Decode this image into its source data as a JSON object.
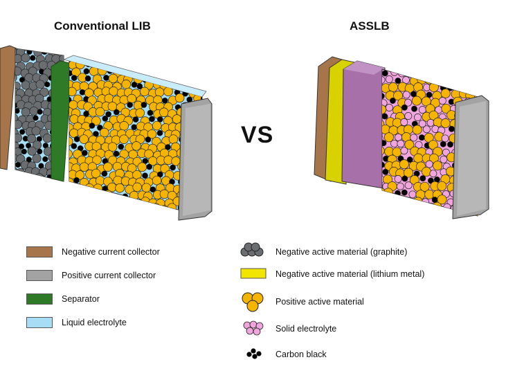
{
  "titles": {
    "left": "Conventional LIB",
    "right": "ASSLB",
    "vs": "VS"
  },
  "legend_left": [
    {
      "label": "Negative current collector",
      "color": "#a6764a"
    },
    {
      "label": "Positive current collector",
      "color": "#a3a3a3"
    },
    {
      "label": "Separator",
      "color": "#2f7a26"
    },
    {
      "label": "Liquid electrolyte",
      "color": "#a8def5"
    }
  ],
  "legend_right": [
    {
      "label": "Negative active material (graphite)",
      "color": "#6b6e70",
      "icon": "graphite-cluster-icon"
    },
    {
      "label": "Negative active material (lithium metal)",
      "color": "#f2e600",
      "icon": "lithium-metal-swatch"
    },
    {
      "label": "Positive active material",
      "color": "#f5b400",
      "icon": "positive-particles-icon"
    },
    {
      "label": "Solid electrolyte",
      "color": "#f0a6dc",
      "icon": "solid-electrolyte-icon"
    },
    {
      "label": "Carbon black",
      "color": "#000000",
      "icon": "carbon-black-icon"
    }
  ]
}
